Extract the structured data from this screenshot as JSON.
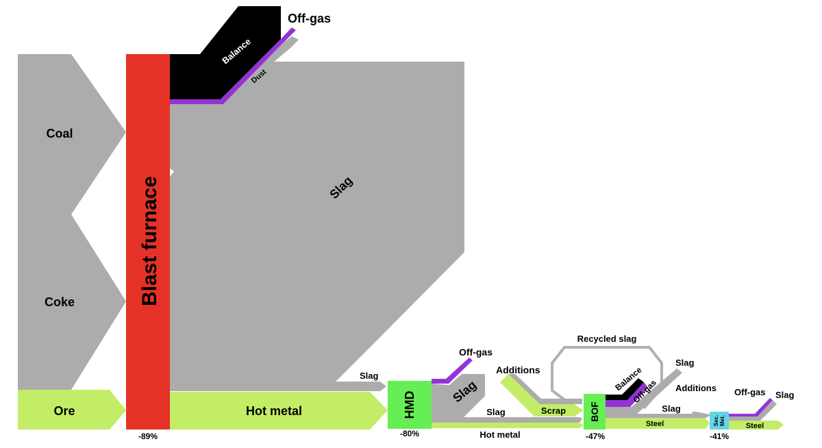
{
  "colors": {
    "grey": "#acacac",
    "red": "#e43326",
    "black": "#000000",
    "purple": "#9333d6",
    "lime": "#c3ec67",
    "green": "#66ee55",
    "cyan": "#63d6e6",
    "recycle_outline": "#b0b0b0"
  },
  "inputs": {
    "coal": "Coal",
    "coke": "Coke",
    "ore": "Ore"
  },
  "blast_furnace": {
    "label": "Blast furnace",
    "reduction": "-89%"
  },
  "bf_outputs": {
    "offgas": "Off-gas",
    "balance": "Balance",
    "dust": "Dust",
    "slag": "Slag",
    "slag_small": "Slag",
    "hot_metal": "Hot metal"
  },
  "hmd": {
    "label": "HMD",
    "reduction": "-80%",
    "offgas": "Off-gas",
    "slag_block": "Slag",
    "slag_flow": "Slag",
    "hot_metal": "Hot metal"
  },
  "bof": {
    "label": "BOF",
    "reduction": "-47%",
    "recycled_slag": "Recycled slag",
    "additions": "Additions",
    "scrap": "Scrap",
    "balance": "Balance",
    "offgas": "Off-gas",
    "slag_up": "Slag",
    "slag_flow": "Slag",
    "steel": "Steel"
  },
  "secondary_metallurgy": {
    "label_line1": "Sec.",
    "label_line2": "Met.",
    "reduction": "-41%",
    "additions": "Additions",
    "offgas": "Off-gas",
    "slag": "Slag",
    "steel": "Steel"
  }
}
